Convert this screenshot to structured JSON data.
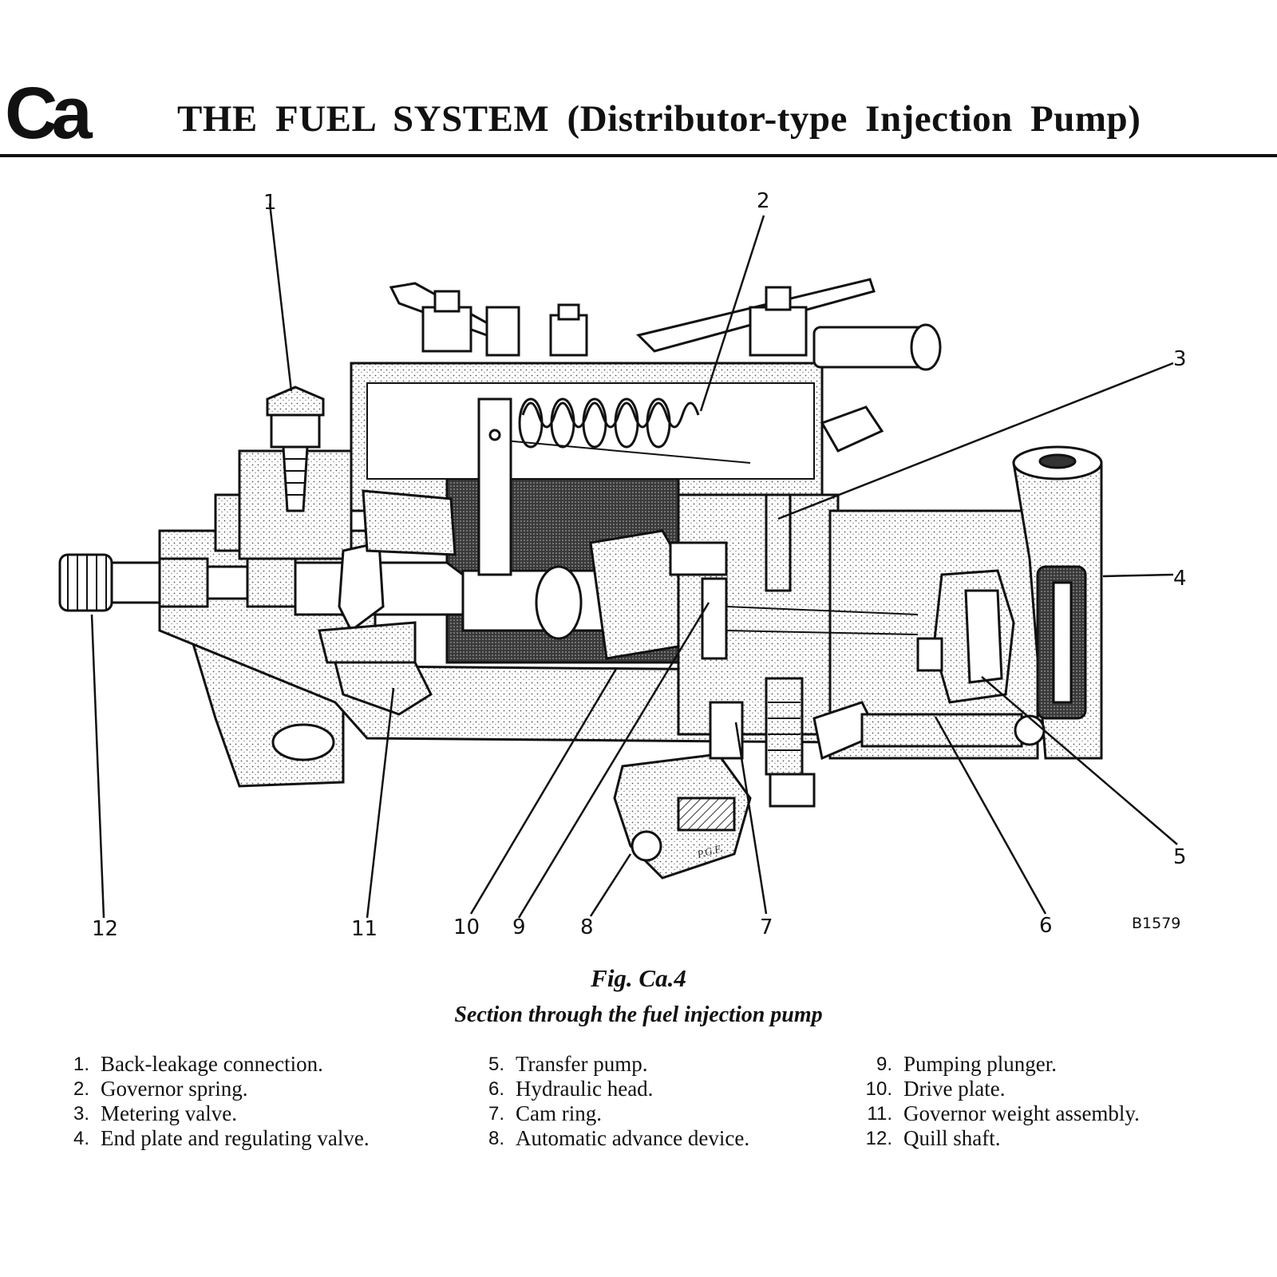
{
  "header": {
    "section_tag": "Ca",
    "title": "THE FUEL SYSTEM (Distributor-type Injection Pump)"
  },
  "figure": {
    "reference": "B1579",
    "artist_mark": "P.G.F.",
    "callouts": [
      {
        "number": "1"
      },
      {
        "number": "2"
      },
      {
        "number": "3"
      },
      {
        "number": "4"
      },
      {
        "number": "5"
      },
      {
        "number": "6"
      },
      {
        "number": "7"
      },
      {
        "number": "8"
      },
      {
        "number": "9"
      },
      {
        "number": "10"
      },
      {
        "number": "11"
      },
      {
        "number": "12"
      }
    ],
    "number": "Fig. Ca.4",
    "caption": "Section through the fuel injection pump"
  },
  "legend": {
    "items": [
      {
        "number": "1.",
        "label": "Back-leakage connection."
      },
      {
        "number": "2.",
        "label": "Governor spring."
      },
      {
        "number": "3.",
        "label": "Metering valve."
      },
      {
        "number": "4.",
        "label": "End plate and regulating valve."
      },
      {
        "number": "5.",
        "label": "Transfer pump."
      },
      {
        "number": "6.",
        "label": "Hydraulic head."
      },
      {
        "number": "7.",
        "label": "Cam ring."
      },
      {
        "number": "8.",
        "label": "Automatic advance device."
      },
      {
        "number": "9.",
        "label": "Pumping plunger."
      },
      {
        "number": "10.",
        "label": "Drive plate."
      },
      {
        "number": "11.",
        "label": "Governor weight assembly."
      },
      {
        "number": "12.",
        "label": "Quill shaft."
      }
    ]
  }
}
